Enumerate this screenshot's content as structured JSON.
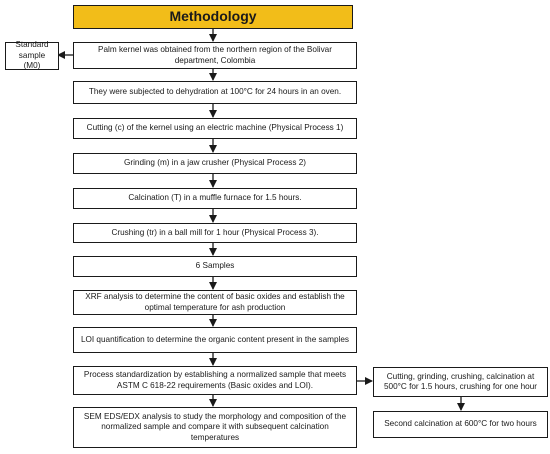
{
  "diagram": {
    "title": "Methodology",
    "side_left": "Standard sample (M0)",
    "steps": [
      "Palm kernel was obtained from the northern region of the Bolivar department, Colombia",
      "They were subjected to dehydration at 100°C for 24 hours in an oven.",
      "Cutting (c) of the kernel using an electric machine (Physical Process 1)",
      "Grinding (m) in a jaw crusher (Physical Process 2)",
      "Calcination (T) in a muffle furnace for 1.5 hours.",
      "Crushing (tr) in a ball mill for 1 hour (Physical Process 3).",
      "6 Samples",
      "XRF analysis to determine the content of basic oxides and establish the optimal temperature for ash production",
      "LOI quantification to determine the organic content present in the samples",
      "Process standardization by establishing a normalized sample that meets ASTM C 618-22 requirements (Basic oxides and LOI).",
      "SEM EDS/EDX analysis to study the morphology and composition of the normalized sample and compare it with subsequent calcination temperatures"
    ],
    "side_right": [
      "Cutting, grinding, crushing, calcination at 500°C for 1.5 hours, crushing for one hour",
      "Second calcination at 600°C for two hours"
    ]
  }
}
